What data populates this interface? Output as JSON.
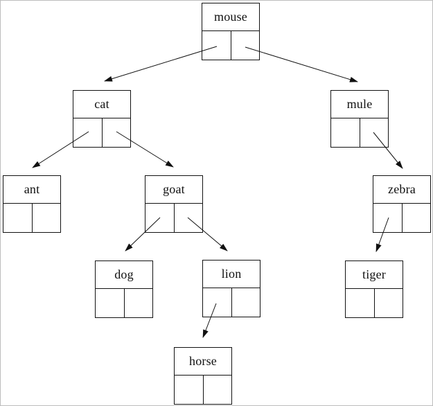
{
  "page": {
    "background_color": "#ffffff",
    "frame_border_color": "#bdbdbd",
    "line_color": "#111111"
  },
  "tree": {
    "kind": "binary-search-tree",
    "nodes": [
      {
        "label": "mouse"
      },
      {
        "label": "cat"
      },
      {
        "label": "mule"
      },
      {
        "label": "ant"
      },
      {
        "label": "goat"
      },
      {
        "label": "zebra"
      },
      {
        "label": "dog"
      },
      {
        "label": "lion"
      },
      {
        "label": "tiger"
      },
      {
        "label": "horse"
      }
    ],
    "edges": [
      {
        "from": "mouse",
        "pointer": "left",
        "to": "cat"
      },
      {
        "from": "mouse",
        "pointer": "right",
        "to": "mule"
      },
      {
        "from": "cat",
        "pointer": "left",
        "to": "ant"
      },
      {
        "from": "cat",
        "pointer": "right",
        "to": "goat"
      },
      {
        "from": "mule",
        "pointer": "right",
        "to": "zebra"
      },
      {
        "from": "goat",
        "pointer": "left",
        "to": "dog"
      },
      {
        "from": "goat",
        "pointer": "right",
        "to": "lion"
      },
      {
        "from": "zebra",
        "pointer": "left",
        "to": "tiger"
      },
      {
        "from": "lion",
        "pointer": "left",
        "to": "horse"
      }
    ]
  }
}
